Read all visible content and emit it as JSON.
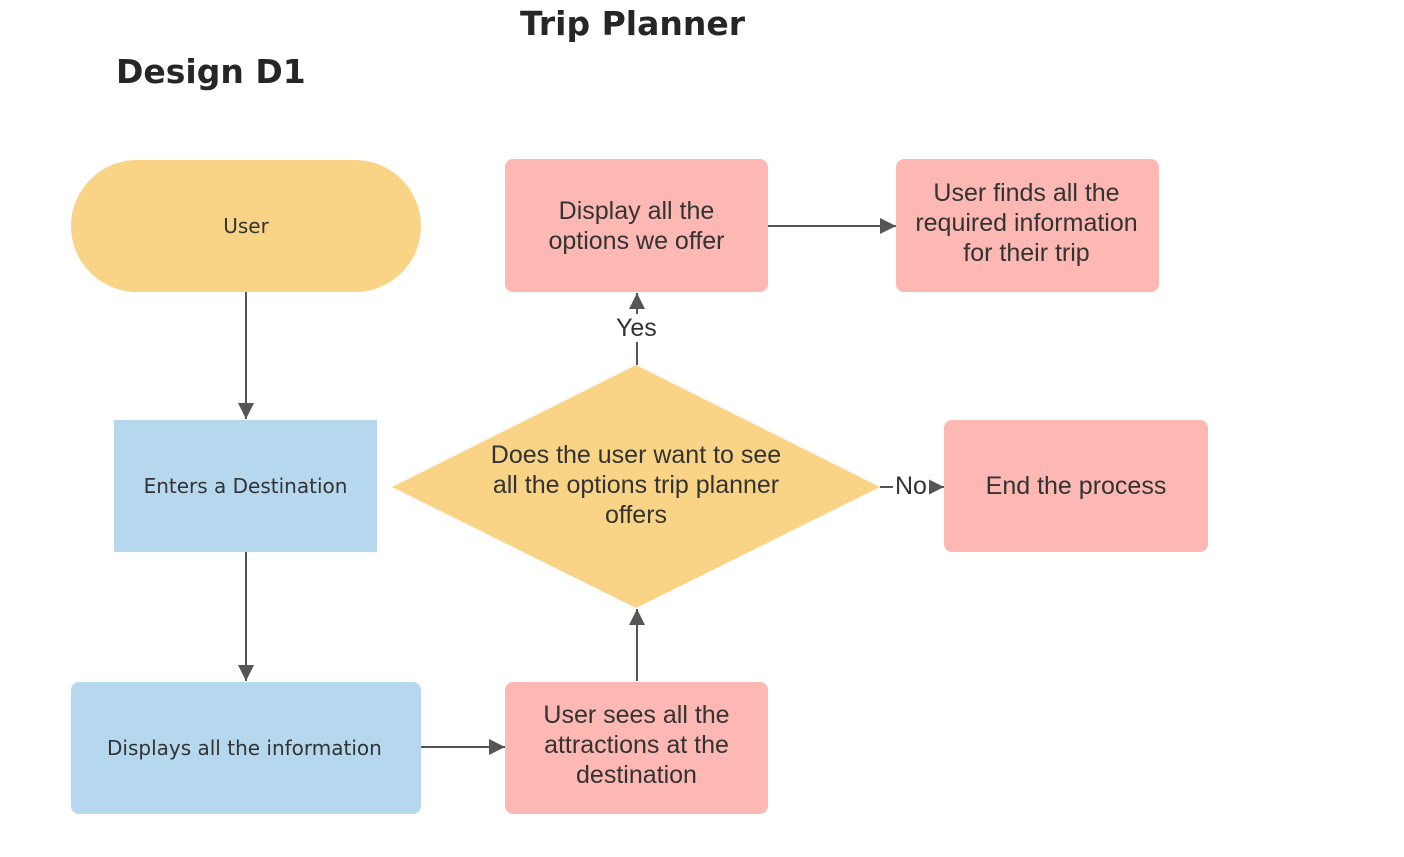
{
  "header": {
    "title": "Trip Planner",
    "subtitle": "Design D1"
  },
  "nodes": {
    "user": "User",
    "enters_destination": "Enters a Destination",
    "displays_information": "Displays all the information",
    "sees_attractions": "User sees all the attractions at the destination",
    "decision": "Does the user want to see all the options trip planner offers",
    "display_options": "Display all the options we offer",
    "finds_information": "User finds all the required information for their trip",
    "end_process": "End the process"
  },
  "edges": {
    "yes_label": "Yes",
    "no_label": "No"
  },
  "colors": {
    "terminal": "#f9d486",
    "process_blue": "#b6d8ef",
    "process_pink": "#fdb8b3",
    "decision": "#f9d486",
    "connector": "#555555",
    "text": "#333333"
  }
}
